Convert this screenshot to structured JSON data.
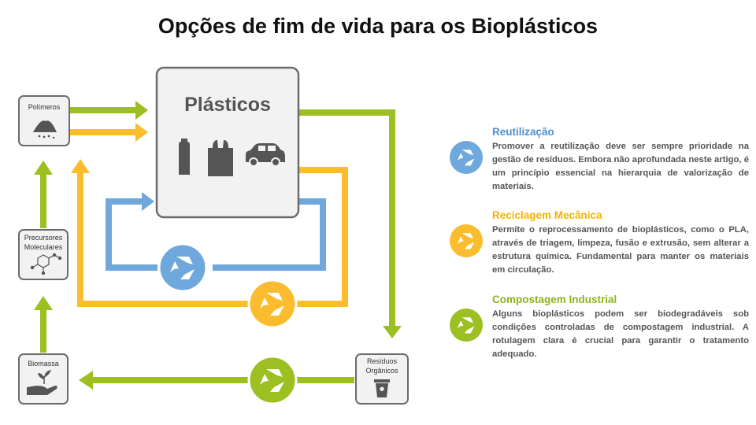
{
  "title": "Opções de fim de vida para os Bioplásticos",
  "colors": {
    "green": "#9cbf22",
    "yellow": "#fbbd2d",
    "blue": "#6fa8dc",
    "box_border": "#6b6b6b",
    "box_fill": "#f2f2f2",
    "icon_dark": "#555555"
  },
  "nodes": {
    "plasticos": {
      "label": "Plásticos",
      "icons": [
        "bottle-icon",
        "bag-icon",
        "car-icon"
      ]
    },
    "polimeros": {
      "label": "Polímeros",
      "icon": "powder-pile-icon"
    },
    "precursores": {
      "label_line1": "Precursores",
      "label_line2": "Moleculares",
      "icon": "molecule-icon"
    },
    "biomassa": {
      "label": "Biomassa",
      "icon": "hand-plant-icon"
    },
    "residuos": {
      "label_line1": "Resíduos",
      "label_line2": "Orgânicos",
      "icon": "trash-bin-icon"
    }
  },
  "legend": [
    {
      "key": "reutilizacao",
      "color": "#6fa8dc",
      "heading": "Reutilização",
      "body": "Promover a reutilização deve ser sempre prioridade na gestão de resíduos. Embora não aprofundada neste artigo, é um princípio essencial na hierarquia de valorização de materiais."
    },
    {
      "key": "reciclagem",
      "color": "#fbbd2d",
      "heading": "Reciclagem Mecânica",
      "body": "Permite o reprocessamento de bioplásticos, como o PLA, através de triagem, limpeza, fusão e extrusão, sem alterar a estrutura química. Fundamental para manter os materiais em circulação."
    },
    {
      "key": "compostagem",
      "color": "#9cbf22",
      "heading": "Compostagem Industrial",
      "body": "Alguns bioplásticos podem ser biodegradáveis sob condições controladas de compostagem industrial. A rotulagem clara é crucial para garantir o tratamento adequado."
    }
  ]
}
